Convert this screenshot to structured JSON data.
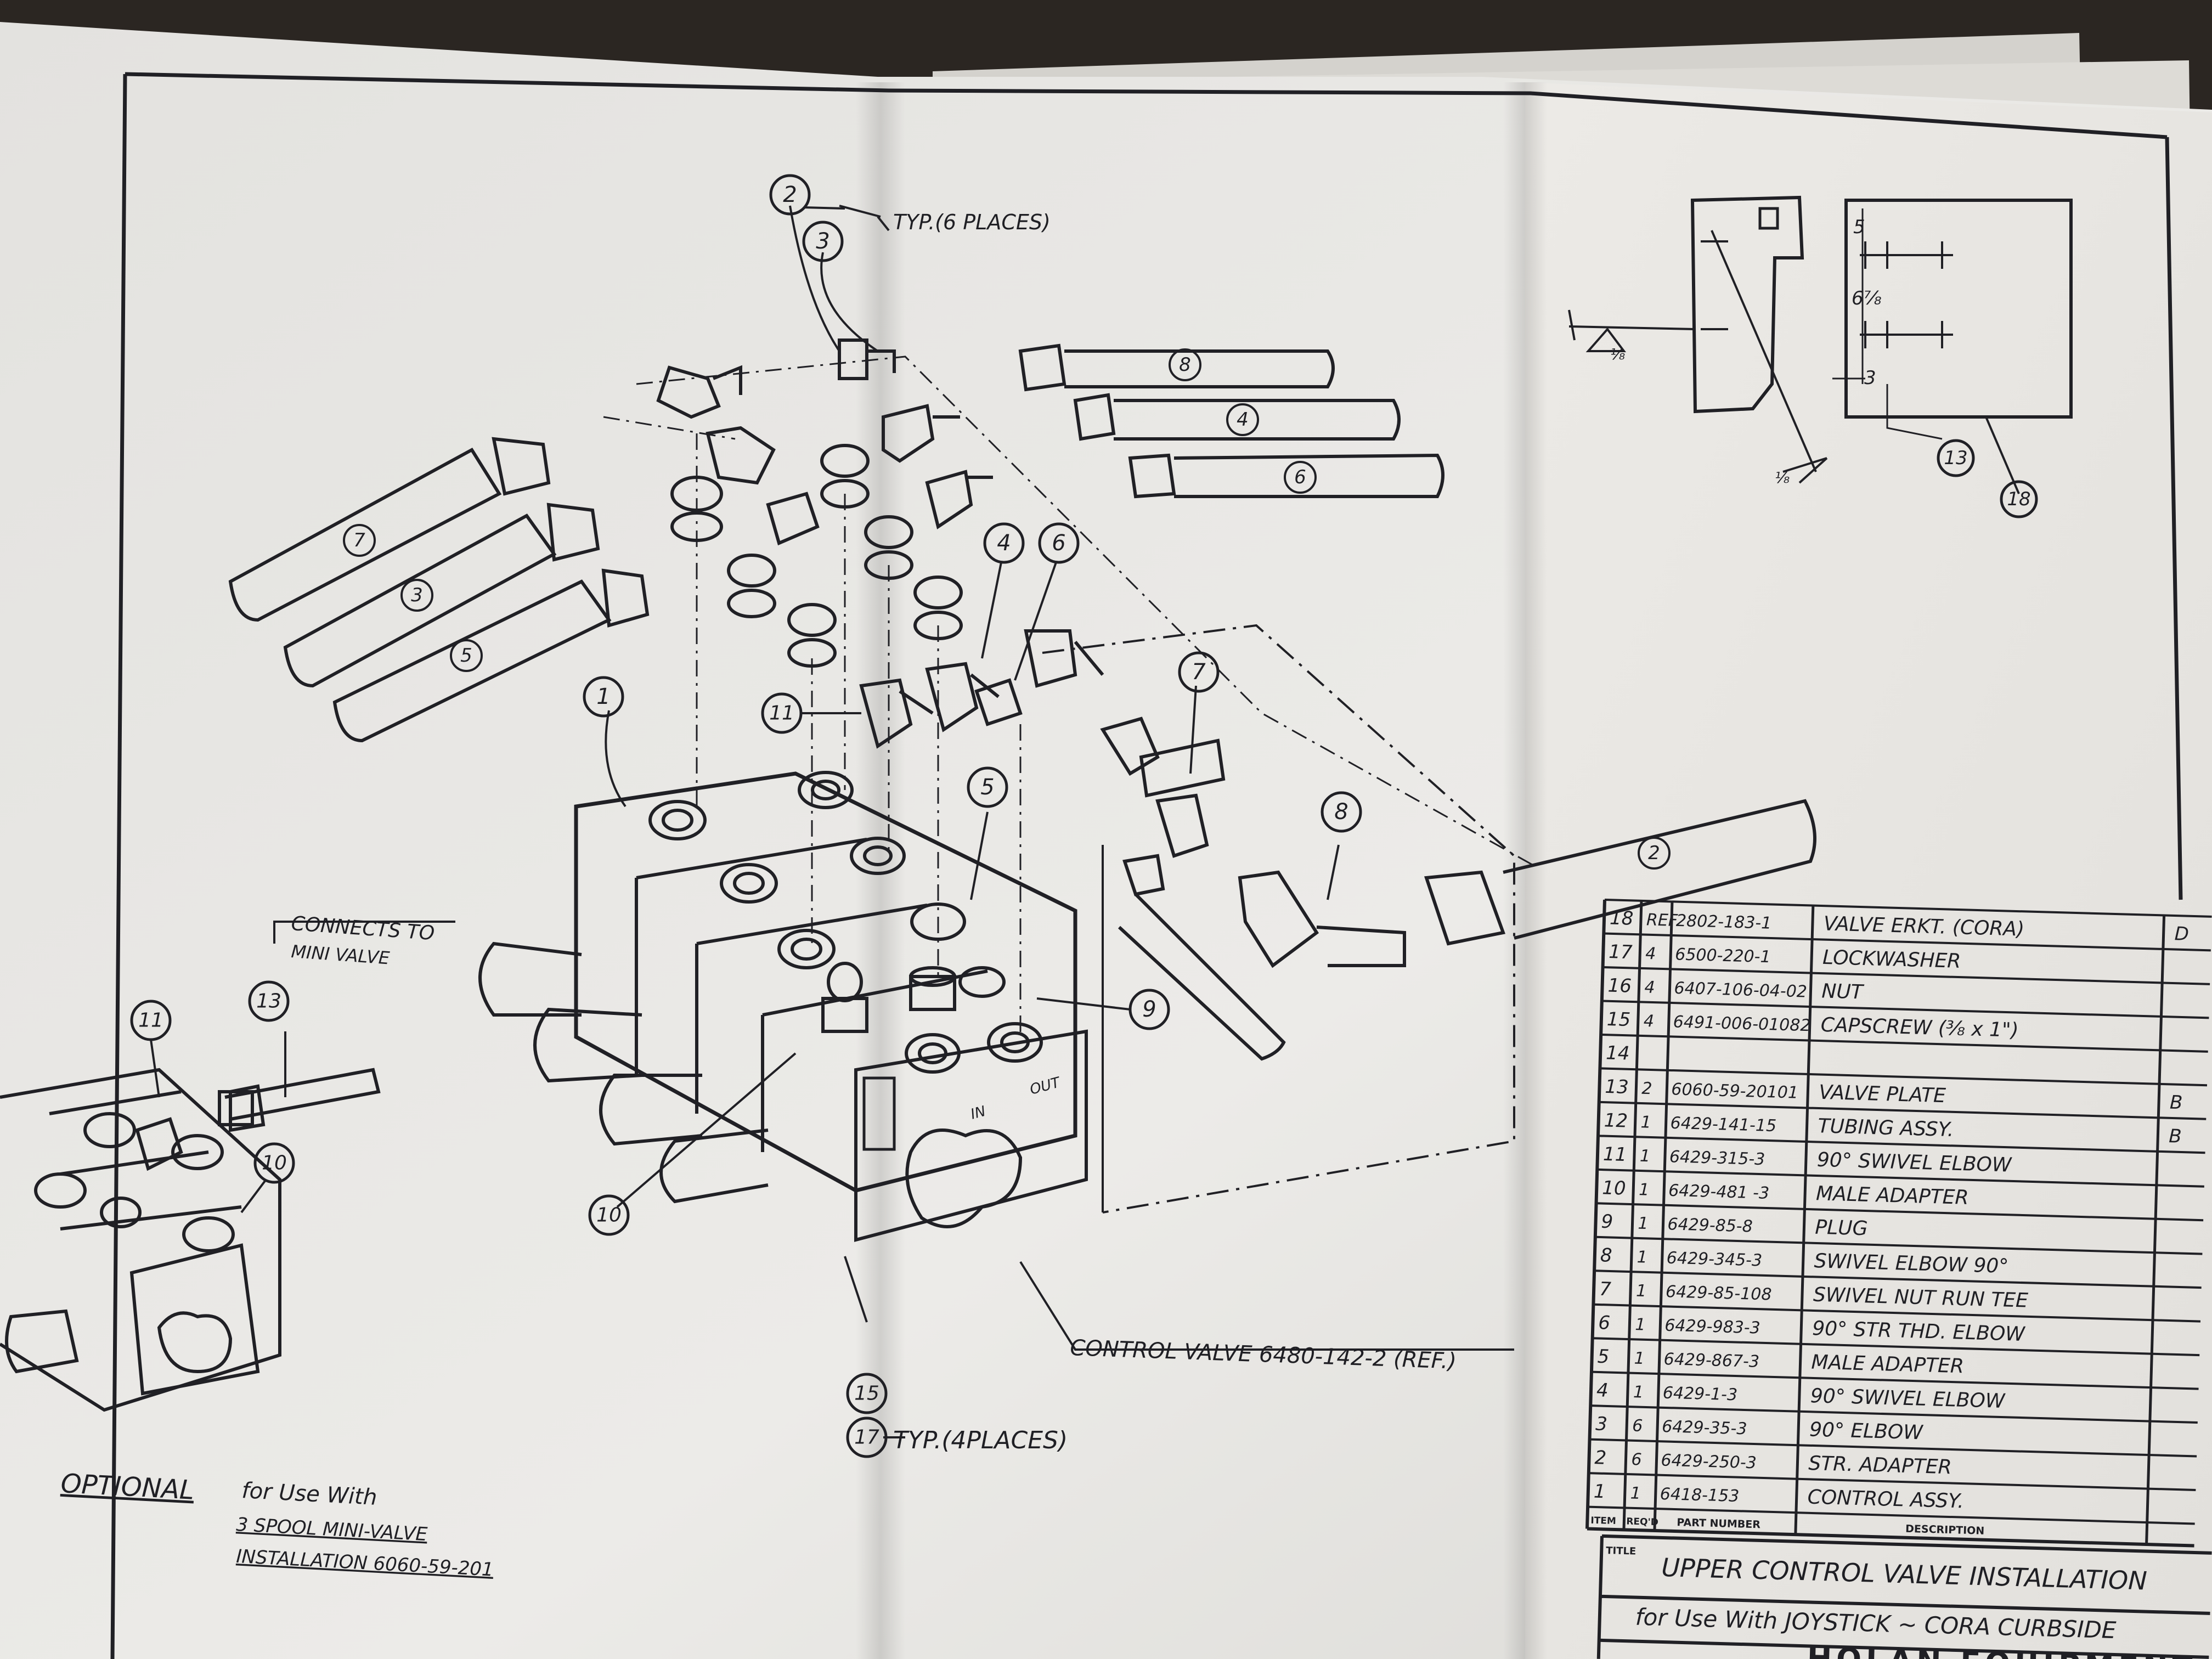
{
  "drawing": {
    "callouts": [
      "1",
      "2",
      "3",
      "4",
      "5",
      "6",
      "7",
      "8",
      "9",
      "10",
      "11",
      "13",
      "15",
      "17",
      "18"
    ],
    "hose_labels": [
      "8",
      "4",
      "6",
      "7",
      "3",
      "5",
      "2"
    ],
    "notes": {
      "typ_6": "TYP.(6 PLACES)",
      "typ_4": "TYP.(4PLACES)",
      "connects_1": "CONNECTS TO",
      "connects_2": "MINI VALVE",
      "control_valve": "CONTROL VALVE 6480-142-2 (REF.)",
      "optional": "OPTIONAL",
      "optional_1": "for Use With",
      "optional_2": "3 SPOOL MINI-VALVE",
      "optional_3": "INSTALLATION 6060-59-201"
    },
    "valve_marks": {
      "in": "IN",
      "out": "OUT"
    },
    "bracket_dims": {
      "d1": "5",
      "d2": "6⅞",
      "d3": "3",
      "weld1": "⅛",
      "weld2": "⅛"
    }
  },
  "parts_list": {
    "headers": {
      "item": "ITEM",
      "reqd": "REQ'D",
      "part": "PART NUMBER",
      "desc": "DESCRIPTION"
    },
    "rows": [
      {
        "item": "18",
        "qty": "REF.",
        "part": "2802-183-1",
        "desc": "VALVE ERKT. (CORA)",
        "rev": "D"
      },
      {
        "item": "17",
        "qty": "4",
        "part": "6500-220-1",
        "desc": "LOCKWASHER",
        "rev": ""
      },
      {
        "item": "16",
        "qty": "4",
        "part": "6407-106-04-02",
        "desc": "NUT",
        "rev": ""
      },
      {
        "item": "15",
        "qty": "4",
        "part": "6491-006-01082",
        "desc": "CAPSCREW (⅜ x 1\")",
        "rev": ""
      },
      {
        "item": "14",
        "qty": "",
        "part": "",
        "desc": "",
        "rev": ""
      },
      {
        "item": "13",
        "qty": "2",
        "part": "6060-59-20101",
        "desc": "VALVE PLATE",
        "rev": "B"
      },
      {
        "item": "12",
        "qty": "1",
        "part": "6429-141-15",
        "desc": "TUBING ASSY.",
        "rev": "B"
      },
      {
        "item": "11",
        "qty": "1",
        "part": "6429-315-3",
        "desc": "90° SWIVEL ELBOW",
        "rev": ""
      },
      {
        "item": "10",
        "qty": "1",
        "part": "6429-481 -3",
        "desc": "MALE ADAPTER",
        "rev": ""
      },
      {
        "item": "9",
        "qty": "1",
        "part": "6429-85-8",
        "desc": "PLUG",
        "rev": ""
      },
      {
        "item": "8",
        "qty": "1",
        "part": "6429-345-3",
        "desc": "SWIVEL ELBOW 90°",
        "rev": ""
      },
      {
        "item": "7",
        "qty": "1",
        "part": "6429-85-108",
        "desc": "SWIVEL NUT RUN TEE",
        "rev": ""
      },
      {
        "item": "6",
        "qty": "1",
        "part": "6429-983-3",
        "desc": "90° STR THD. ELBOW",
        "rev": ""
      },
      {
        "item": "5",
        "qty": "1",
        "part": "6429-867-3",
        "desc": "MALE ADAPTER",
        "rev": ""
      },
      {
        "item": "4",
        "qty": "1",
        "part": "6429-1-3",
        "desc": "90° SWIVEL ELBOW",
        "rev": ""
      },
      {
        "item": "3",
        "qty": "6",
        "part": "6429-35-3",
        "desc": "90° ELBOW",
        "rev": ""
      },
      {
        "item": "2",
        "qty": "6",
        "part": "6429-250-3",
        "desc": "STR. ADAPTER",
        "rev": ""
      },
      {
        "item": "1",
        "qty": "1",
        "part": "6418-153",
        "desc": "CONTROL ASSY.",
        "rev": ""
      }
    ]
  },
  "title_block": {
    "title_label": "TITLE",
    "title": "UPPER CONTROL VALVE INSTALLATION",
    "subtitle": "for Use With JOYSTICK ~ CORA CURBSIDE",
    "company": "HOLAN EQUIPMENT"
  },
  "colors": {
    "paper": "#e9e8e4",
    "paper_shadow": "#cfcdc8",
    "ink": "#1f1f24",
    "background": "#2b2622"
  }
}
